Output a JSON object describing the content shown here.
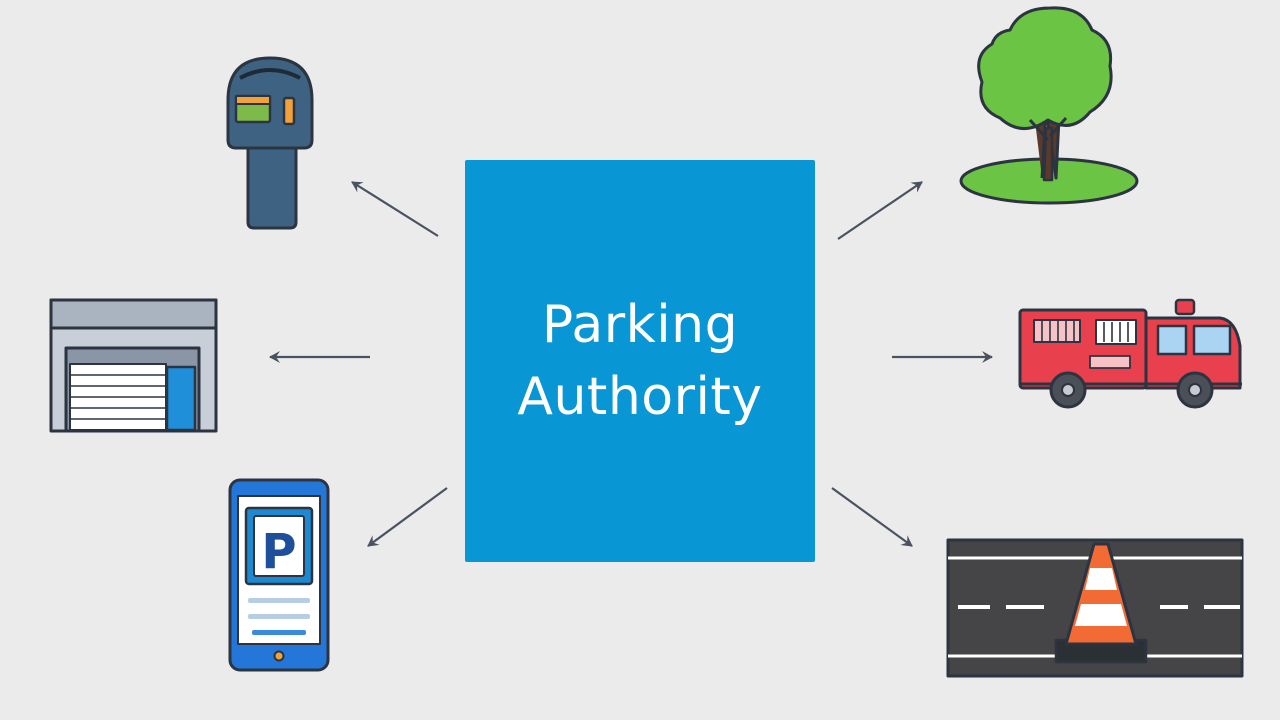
{
  "center": {
    "line1": "Parking",
    "line2": "Authority"
  },
  "mobile_app": {
    "letter": "P"
  },
  "nodes": [
    {
      "icon": "parking-meter-icon"
    },
    {
      "icon": "parking-garage-icon"
    },
    {
      "icon": "mobile-parking-app-icon"
    },
    {
      "icon": "tree-park-icon"
    },
    {
      "icon": "fire-truck-icon"
    },
    {
      "icon": "road-traffic-cone-icon"
    }
  ],
  "colors": {
    "background": "#ebebeb",
    "center_box": "#0896d4",
    "center_text": "#ffffff",
    "arrow": "#4a5260",
    "outline": "#2b3440",
    "meter_body": "#3e6282",
    "tree_green": "#6cc444",
    "truck_red": "#e8414d",
    "phone_blue": "#2477d8",
    "cone_orange": "#f26a34",
    "road": "#454548"
  }
}
